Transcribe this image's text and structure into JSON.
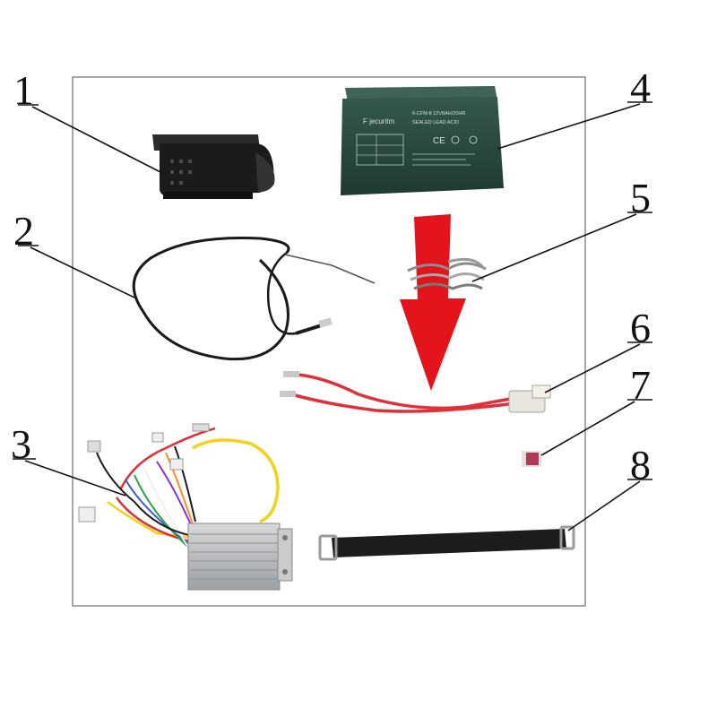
{
  "diagram": {
    "callouts": [
      {
        "number": "1",
        "part": "charger-module"
      },
      {
        "number": "2",
        "part": "brake-cable"
      },
      {
        "number": "3",
        "part": "motor-controller"
      },
      {
        "number": "4",
        "part": "battery"
      },
      {
        "number": "5",
        "part": "drive-chain"
      },
      {
        "number": "6",
        "part": "battery-wire-harness"
      },
      {
        "number": "7",
        "part": "connector-plug"
      },
      {
        "number": "8",
        "part": "battery-strap"
      }
    ],
    "battery_label": {
      "brand": "F jecuritm",
      "model": "6-CFM-8 12V8AH/20HR",
      "note": "SEALED LEAD ACID"
    },
    "colors": {
      "frame": "#8a8a8a",
      "arrow": "#e3141c",
      "battery_case": "#2c4a3c",
      "wire_red": "#e0303a",
      "wire_yellow": "#f2d21b",
      "controller": "#b5b8bb",
      "strap": "#1c1c1c"
    }
  }
}
